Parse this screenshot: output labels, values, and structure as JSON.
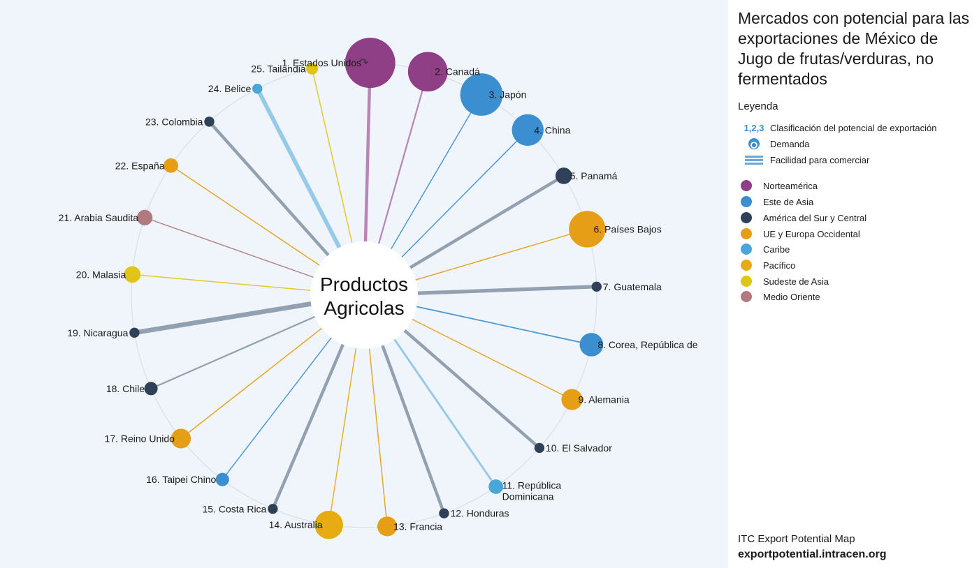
{
  "title": "Mercados con potencial para las exportaciones de México de Jugo de frutas/verduras, no fermentados",
  "center_label": [
    "Productos",
    "Agricolas"
  ],
  "legend": {
    "heading": "Leyenda",
    "rank_symbol": "1,2,3",
    "rank_label": "Clasificación del potencial de exportación",
    "demand_label": "Demanda",
    "ease_label": "Facilidad para comerciar",
    "regions": [
      {
        "name": "Norteamérica",
        "color": "#8e3f86"
      },
      {
        "name": "Este de Asia",
        "color": "#3b8fd0"
      },
      {
        "name": "América del Sur y Central",
        "color": "#2f4159"
      },
      {
        "name": "UE y Europa Occidental",
        "color": "#e59e16"
      },
      {
        "name": "Caribe",
        "color": "#4aa6d8"
      },
      {
        "name": "Pacífico",
        "color": "#e6ac12"
      },
      {
        "name": "Sudeste de Asia",
        "color": "#e0c518"
      },
      {
        "name": "Medio Oriente",
        "color": "#b07a7e"
      }
    ]
  },
  "footer": {
    "source": "ITC Export Potential Map",
    "url": "exportpotential.intracen.org"
  },
  "chart_data": {
    "type": "radial-bubble",
    "ranking_label": "Clasificación del potencial de exportación",
    "markets": [
      {
        "rank": 1,
        "label": "1. Estados Unidos",
        "region": "Norteamérica",
        "demand": 5.0,
        "ease": 3.0
      },
      {
        "rank": 2,
        "label": "2. Canadá",
        "region": "Norteamérica",
        "demand": 2.9,
        "ease": 1.5
      },
      {
        "rank": 3,
        "label": "3. Japón",
        "region": "Este de Asia",
        "demand": 3.4,
        "ease": 1.0
      },
      {
        "rank": 4,
        "label": "4. China",
        "region": "Este de Asia",
        "demand": 1.7,
        "ease": 1.0
      },
      {
        "rank": 5,
        "label": "5. Panamá",
        "region": "América del Sur y Central",
        "demand": 0.3,
        "ease": 3.0
      },
      {
        "rank": 6,
        "label": "6. Países Bajos",
        "region": "UE y Europa Occidental",
        "demand": 2.4,
        "ease": 1.0
      },
      {
        "rank": 7,
        "label": "7. Guatemala",
        "region": "América del Sur y Central",
        "demand": 0.05,
        "ease": 3.5
      },
      {
        "rank": 8,
        "label": "8. Corea, República de",
        "region": "Este de Asia",
        "demand": 0.8,
        "ease": 1.2
      },
      {
        "rank": 9,
        "label": "9. Alemania",
        "region": "UE y Europa Occidental",
        "demand": 0.6,
        "ease": 1.0
      },
      {
        "rank": 10,
        "label": "10. El Salvador",
        "region": "América del Sur y Central",
        "demand": 0.05,
        "ease": 3.0
      },
      {
        "rank": 11,
        "label": "11. República Dominicana",
        "region": "Caribe",
        "demand": 0.2,
        "ease": 2.0
      },
      {
        "rank": 12,
        "label": "12. Honduras",
        "region": "América del Sur y Central",
        "demand": 0.05,
        "ease": 3.0
      },
      {
        "rank": 13,
        "label": "13. Francia",
        "region": "UE y Europa Occidental",
        "demand": 0.5,
        "ease": 1.0
      },
      {
        "rank": 14,
        "label": "14. Australia",
        "region": "Pacífico",
        "demand": 1.3,
        "ease": 1.0
      },
      {
        "rank": 15,
        "label": "15. Costa Rica",
        "region": "América del Sur y Central",
        "demand": 0.05,
        "ease": 3.0
      },
      {
        "rank": 16,
        "label": "16. Taipei Chino",
        "region": "Este de Asia",
        "demand": 0.15,
        "ease": 1.0
      },
      {
        "rank": 17,
        "label": "17. Reino Unido",
        "region": "UE y Europa Occidental",
        "demand": 0.5,
        "ease": 1.0
      },
      {
        "rank": 18,
        "label": "18. Chile",
        "region": "América del Sur y Central",
        "demand": 0.15,
        "ease": 1.5
      },
      {
        "rank": 19,
        "label": "19. Nicaragua",
        "region": "América del Sur y Central",
        "demand": 0.05,
        "ease": 4.5
      },
      {
        "rank": 20,
        "label": "20. Malasia",
        "region": "Sudeste de Asia",
        "demand": 0.3,
        "ease": 1.0
      },
      {
        "rank": 21,
        "label": "21. Arabia Saudita",
        "region": "Medio Oriente",
        "demand": 0.25,
        "ease": 1.0
      },
      {
        "rank": 22,
        "label": "22. España",
        "region": "UE y Europa Occidental",
        "demand": 0.2,
        "ease": 1.0
      },
      {
        "rank": 23,
        "label": "23. Colombia",
        "region": "América del Sur y Central",
        "demand": 0.05,
        "ease": 3.0
      },
      {
        "rank": 24,
        "label": "24. Belice",
        "region": "Caribe",
        "demand": 0.05,
        "ease": 4.0
      },
      {
        "rank": 25,
        "label": "25. Tailandia",
        "region": "Sudeste de Asia",
        "demand": 0.1,
        "ease": 1.0
      }
    ]
  }
}
